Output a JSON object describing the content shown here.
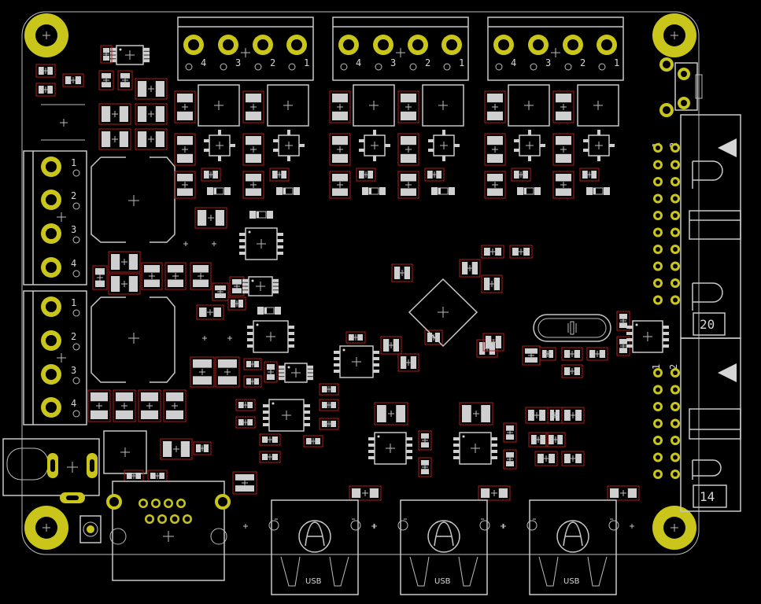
{
  "board": {
    "board_color": "#000000",
    "silk_color": "#c8c8c8",
    "pad_gold_color": "#c9c51a",
    "keepout_color": "#b21d1d"
  },
  "screw_terminals_top": [
    {
      "pins": [
        "4",
        "3",
        "2",
        "1"
      ]
    },
    {
      "pins": [
        "4",
        "3",
        "2",
        "1"
      ]
    },
    {
      "pins": [
        "4",
        "3",
        "2",
        "1"
      ]
    }
  ],
  "screw_terminals_left": [
    {
      "pins": [
        "1",
        "2",
        "3",
        "4"
      ]
    },
    {
      "pins": [
        "1",
        "2",
        "3",
        "4"
      ]
    }
  ],
  "headers_right": [
    {
      "pin_first": "1",
      "pin_second": "2",
      "label": "20"
    },
    {
      "pin_first": "1",
      "pin_second": "2",
      "label": "14"
    }
  ],
  "usb_ports": [
    {
      "label": "USB"
    },
    {
      "label": "USB"
    },
    {
      "label": "USB"
    }
  ]
}
